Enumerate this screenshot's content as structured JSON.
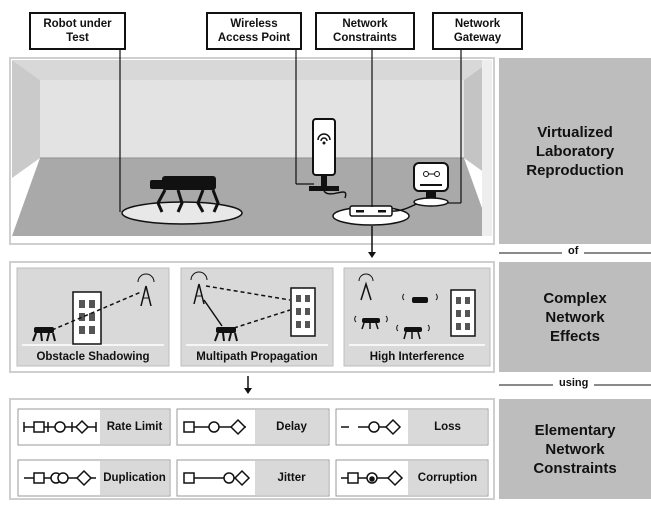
{
  "callouts": {
    "robot": "Robot under\nTest",
    "access_point": "Wireless\nAccess Point",
    "constraints": "Network\nConstraints",
    "gateway": "Network\nGateway"
  },
  "sections": {
    "lab": "Virtualized\nLaboratory\nReproduction",
    "effects": "Complex\nNetwork\nEffects",
    "elementary": "Elementary\nNetwork\nConstraints"
  },
  "connectors": {
    "of": "of",
    "using": "using"
  },
  "effects": [
    {
      "label": "Obstacle Shadowing"
    },
    {
      "label": "Multipath Propagation"
    },
    {
      "label": "High Interference"
    }
  ],
  "constraints": [
    {
      "label": "Rate Limit",
      "icon": "rate-limit-icon"
    },
    {
      "label": "Delay",
      "icon": "delay-icon"
    },
    {
      "label": "Loss",
      "icon": "loss-icon"
    },
    {
      "label": "Duplication",
      "icon": "duplication-icon"
    },
    {
      "label": "Jitter",
      "icon": "jitter-icon"
    },
    {
      "label": "Corruption",
      "icon": "corruption-icon"
    }
  ],
  "colors": {
    "panel": "#d9d9d9",
    "side_panel": "#bdbdbd",
    "floor": "#a9a9a9",
    "ink": "#111111"
  }
}
